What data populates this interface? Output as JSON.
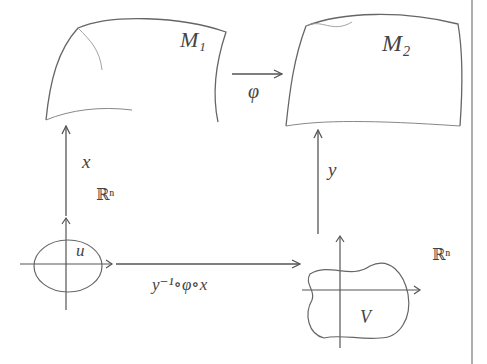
{
  "diagram": {
    "nodes": [
      {
        "text": [
          "M₁"
        ]
      },
      {
        "text": [
          "M₂"
        ]
      },
      {
        "text": [
          "u"
        ]
      },
      {
        "text": [
          "V"
        ]
      }
    ],
    "edges": [
      {
        "from": 0,
        "to": 1,
        "label": "φ",
        "arrow": "to"
      },
      {
        "from": 2,
        "to": 0,
        "label": "x",
        "arrow": "to"
      },
      {
        "from": 3,
        "to": 1,
        "label": "y",
        "arrow": "to"
      },
      {
        "from": 2,
        "to": 3,
        "label": "y⁻¹∘φ∘x",
        "arrow": "to"
      }
    ],
    "labels": [
      "ℝⁿ",
      "ℝⁿ"
    ]
  }
}
